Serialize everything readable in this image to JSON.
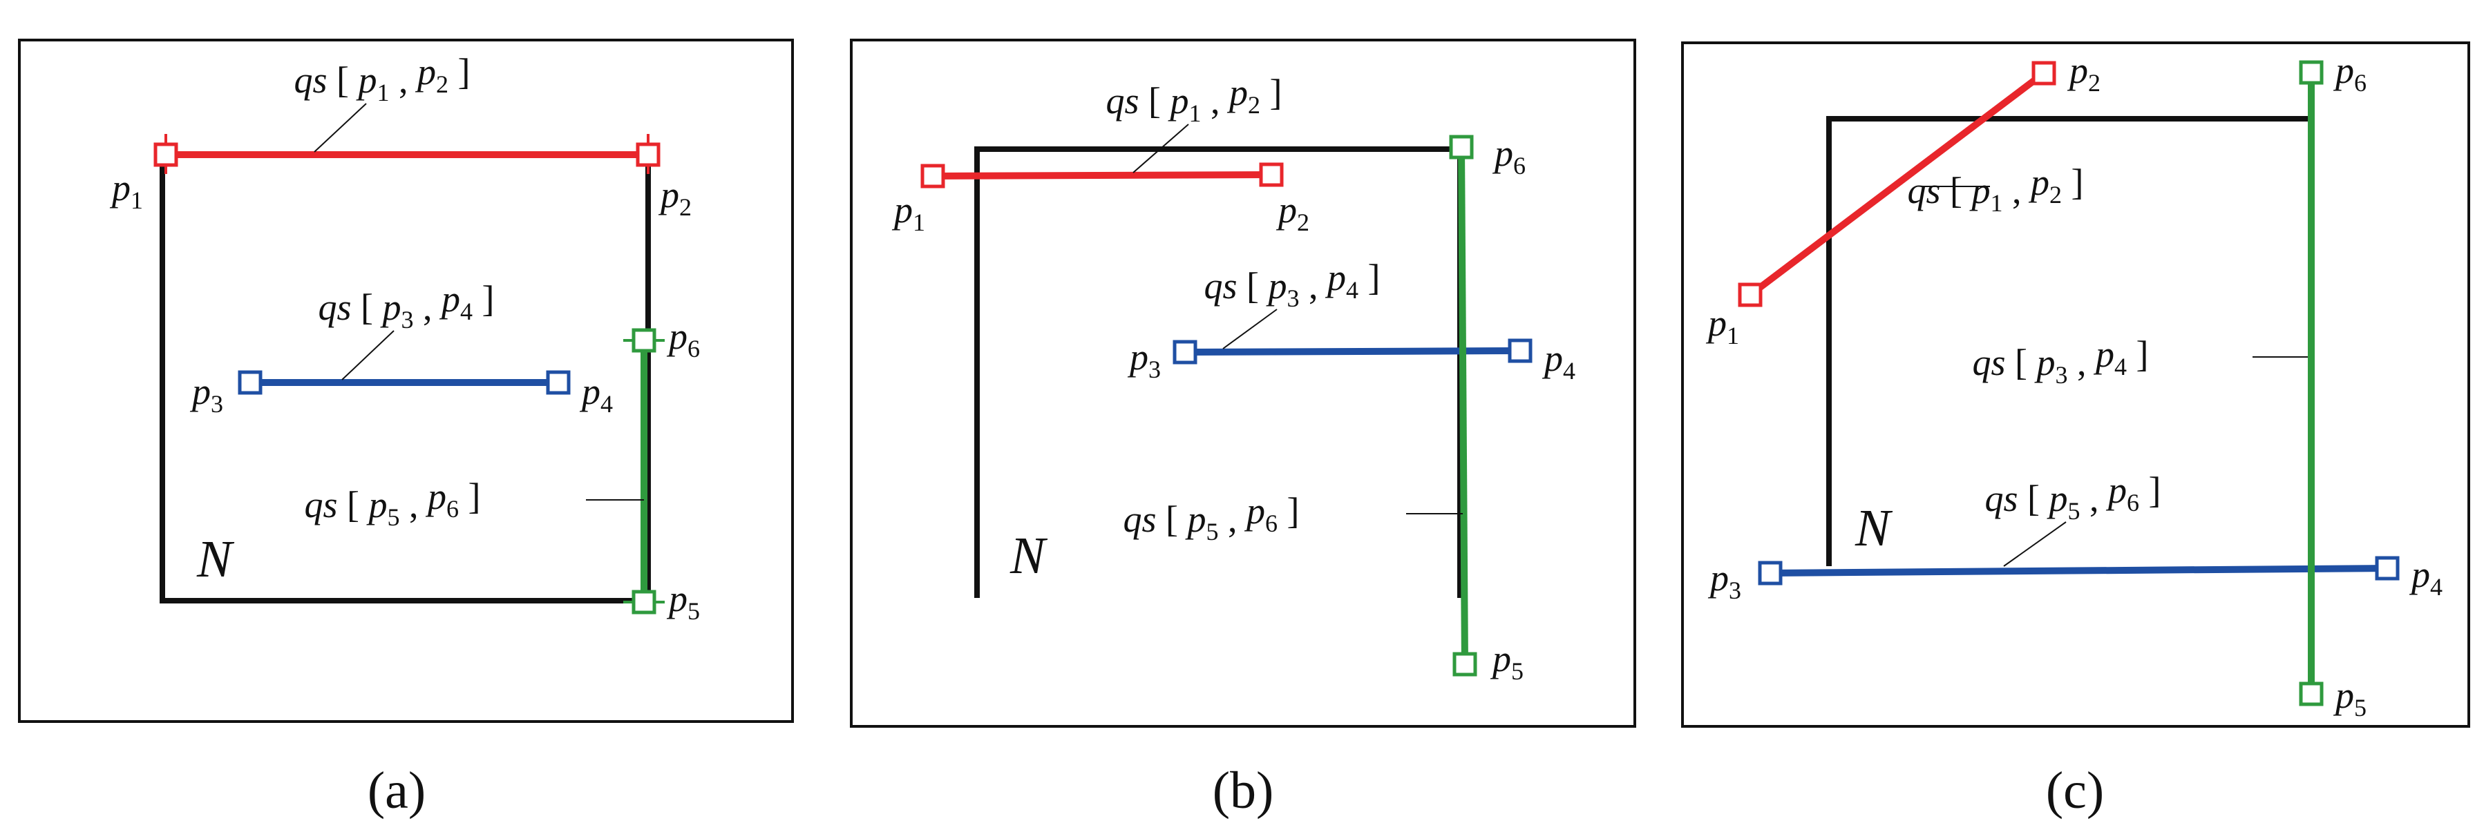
{
  "figure": {
    "region_label": "N",
    "panels": [
      {
        "caption": "(a)",
        "segments": [
          {
            "label": "qs[p1, p2]",
            "color": "#e8262b",
            "endpoints": [
              "p1",
              "p2"
            ]
          },
          {
            "label": "qs[p3, p4]",
            "color": "#1f4fa3",
            "endpoints": [
              "p3",
              "p4"
            ]
          },
          {
            "label": "qs[p5, p6]",
            "color": "#2f9a3e",
            "endpoints": [
              "p5",
              "p6"
            ]
          }
        ]
      },
      {
        "caption": "(b)",
        "segments": [
          {
            "label": "qs[p1, p2]",
            "color": "#e8262b",
            "endpoints": [
              "p1",
              "p2"
            ]
          },
          {
            "label": "qs[p3, p4]",
            "color": "#1f4fa3",
            "endpoints": [
              "p3",
              "p4"
            ]
          },
          {
            "label": "qs[p5, p6]",
            "color": "#2f9a3e",
            "endpoints": [
              "p5",
              "p6"
            ]
          }
        ]
      },
      {
        "caption": "(c)",
        "segments": [
          {
            "label": "qs[p1, p2]",
            "color": "#e8262b",
            "endpoints": [
              "p1",
              "p2"
            ]
          },
          {
            "label": "qs[p3, p4]",
            "color": "#1f4fa3",
            "endpoints": [
              "p3",
              "p4"
            ]
          },
          {
            "label": "qs[p5, p6]",
            "color": "#2f9a3e",
            "endpoints": [
              "p5",
              "p6"
            ]
          }
        ]
      }
    ]
  }
}
